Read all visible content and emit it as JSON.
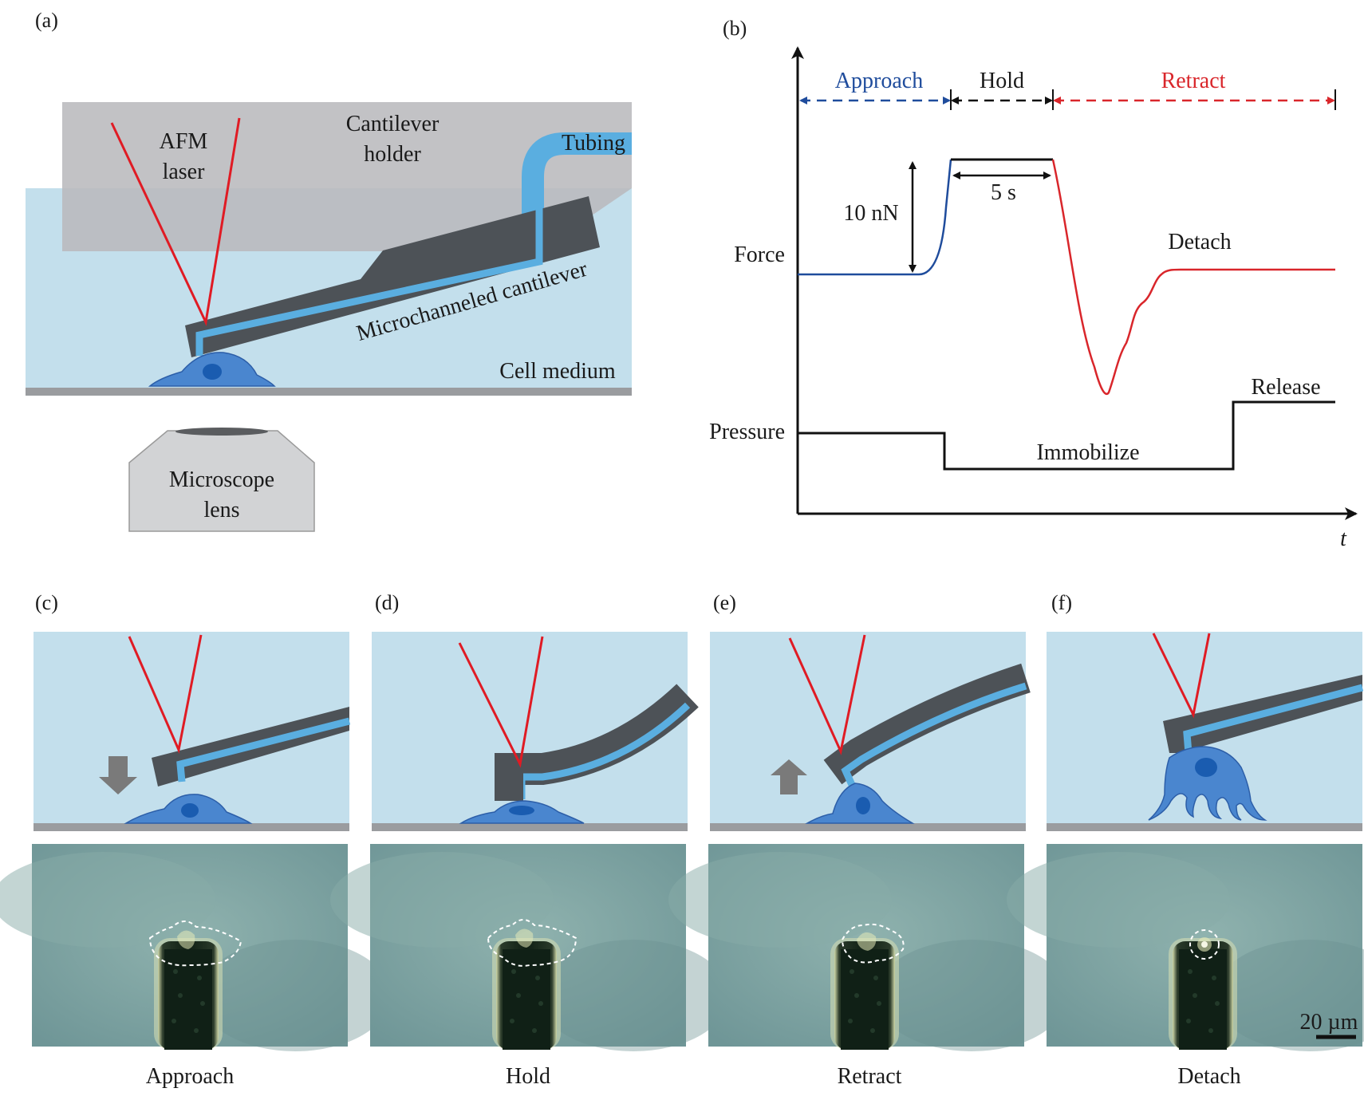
{
  "panel_a": {
    "label": "(a)",
    "afm_line1": "AFM",
    "afm_line2": "laser",
    "holder_line1": "Cantilever",
    "holder_line2": "holder",
    "tubing": "Tubing",
    "cantilever": "Microchanneled cantilever",
    "medium": "Cell medium",
    "lens_line1": "Microscope",
    "lens_line2": "lens"
  },
  "panel_b": {
    "label": "(b)",
    "phase_approach": "Approach",
    "phase_hold": "Hold",
    "phase_retract": "Retract",
    "force_label": "Force",
    "pressure_label": "Pressure",
    "force_scale": "10 nN",
    "hold_duration": "5 s",
    "detach": "Detach",
    "release": "Release",
    "immobilize": "Immobilize",
    "time_axis": "t"
  },
  "steps": [
    {
      "label": "(c)",
      "caption": "Approach"
    },
    {
      "label": "(d)",
      "caption": "Hold"
    },
    {
      "label": "(e)",
      "caption": "Retract"
    },
    {
      "label": "(f)",
      "caption": "Detach"
    }
  ],
  "scale_bar": "20 µm",
  "colors": {
    "medium": "#c3dfec",
    "holder": "#c9c9cc",
    "cantilever": "#505459",
    "channel": "#5aaee0",
    "laser": "#e01b24",
    "cell": "#3f7fc9",
    "nucleus": "#1a5cb0",
    "approach_blue": "#1f4c9c",
    "retract_red": "#d9262b",
    "arrow_gray": "#7a7a7a",
    "micrograph_bg": "#7ea3a2"
  }
}
